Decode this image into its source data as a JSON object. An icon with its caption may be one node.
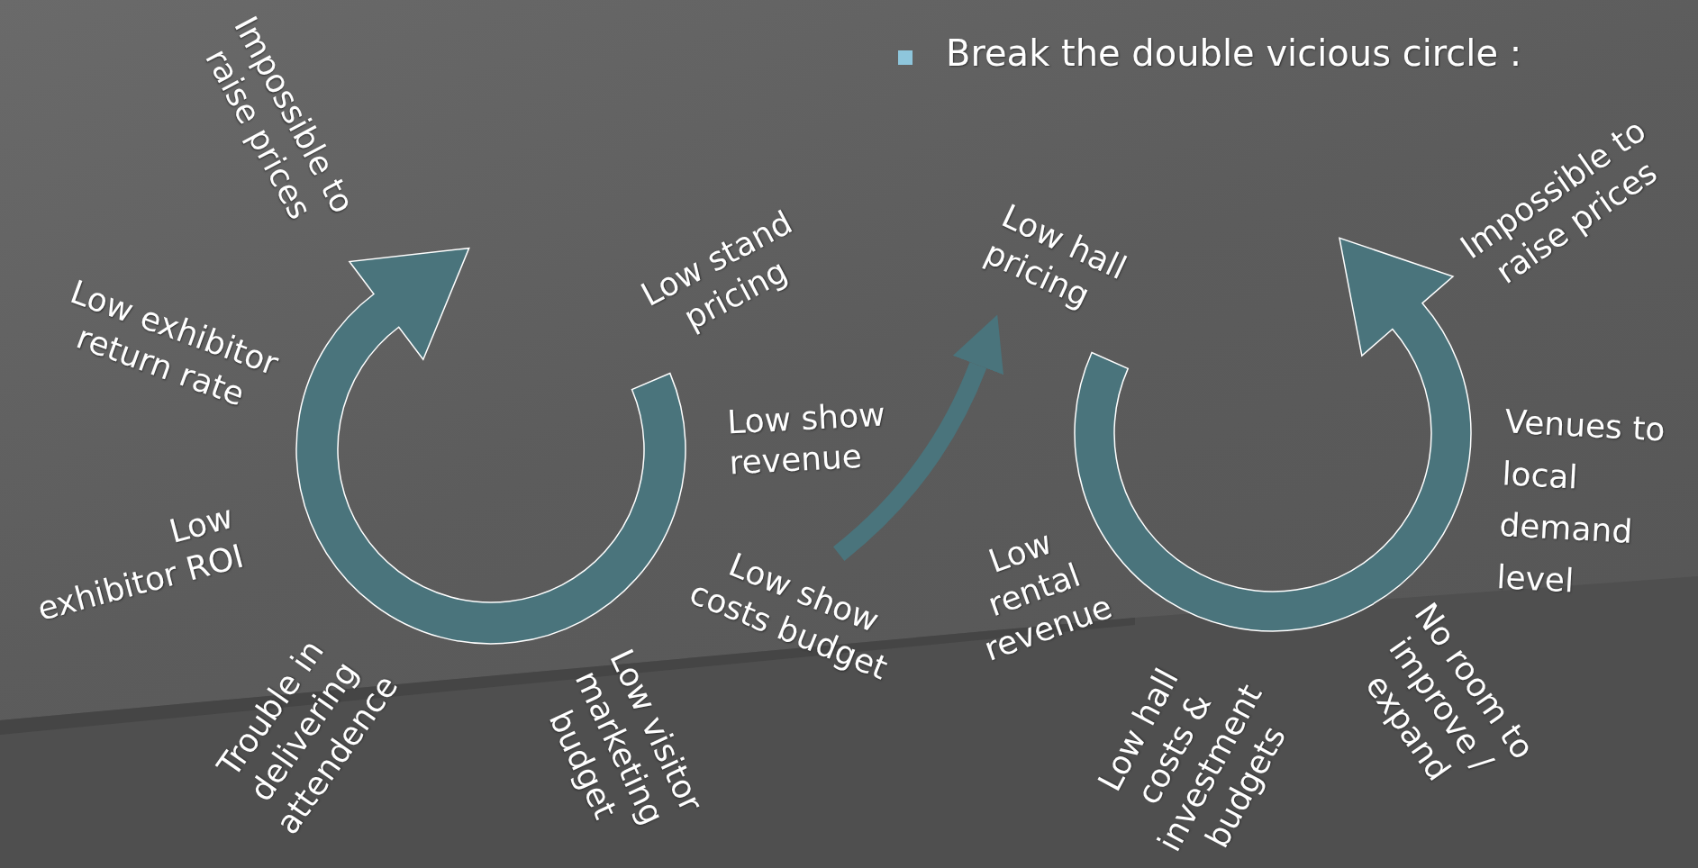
{
  "diagram": {
    "title": "Break the double vicious circle :",
    "nodes": [
      {
        "text": [
          "Impossible to raise prices"
        ]
      },
      {
        "text": [
          "Low exhibitor return rate"
        ]
      },
      {
        "text": [
          "Low exhibitor ROI"
        ]
      },
      {
        "text": [
          "Trouble in delivering attendence"
        ]
      },
      {
        "text": [
          "Low visitor marketing budget"
        ]
      },
      {
        "text": [
          "Low show costs budget"
        ]
      },
      {
        "text": [
          "Low show revenue"
        ]
      },
      {
        "text": [
          "Low stand pricing"
        ]
      },
      {
        "text": [
          "Low hall pricing"
        ]
      },
      {
        "text": [
          "Impossible to raise prices"
        ]
      },
      {
        "text": [
          "Venues to local demand level"
        ]
      },
      {
        "text": [
          "No room to improve / expand"
        ]
      },
      {
        "text": [
          "Low hall costs & investment budgets"
        ]
      },
      {
        "text": [
          "Low rental revenue"
        ]
      }
    ],
    "edges": [
      {
        "from": 5,
        "to": 8,
        "arrow": "to"
      }
    ]
  }
}
